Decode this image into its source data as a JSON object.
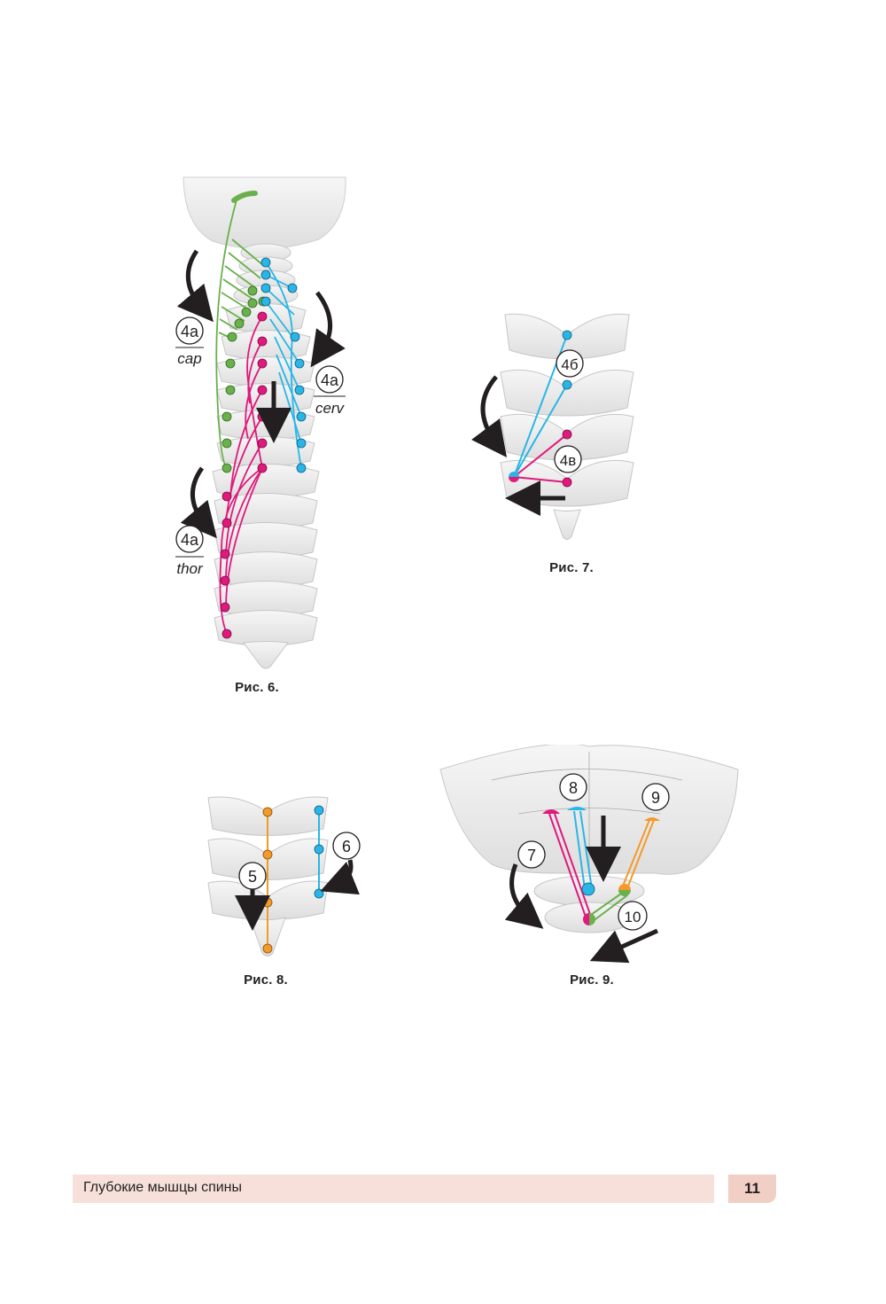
{
  "figures": {
    "fig6": {
      "caption": "Рис. 6.",
      "labels": [
        {
          "num": "4a",
          "sub": "cap"
        },
        {
          "num": "4a",
          "sub": "cerv"
        },
        {
          "num": "4a",
          "sub": "thor"
        }
      ]
    },
    "fig7": {
      "caption": "Рис. 7.",
      "labels": [
        "4б",
        "4в"
      ]
    },
    "fig8": {
      "caption": "Рис. 8.",
      "labels": [
        "5",
        "6"
      ]
    },
    "fig9": {
      "caption": "Рис. 9.",
      "labels": [
        "8",
        "9",
        "7",
        "10"
      ]
    }
  },
  "footer": {
    "title": "Глубокие мышцы спины",
    "page_number": "11"
  },
  "colors": {
    "green": "#6ab04c",
    "blue": "#29b6e6",
    "magenta": "#e0197d",
    "orange": "#f39a2b",
    "bone": "#ececec",
    "bone_edge": "#c8c8c8"
  }
}
